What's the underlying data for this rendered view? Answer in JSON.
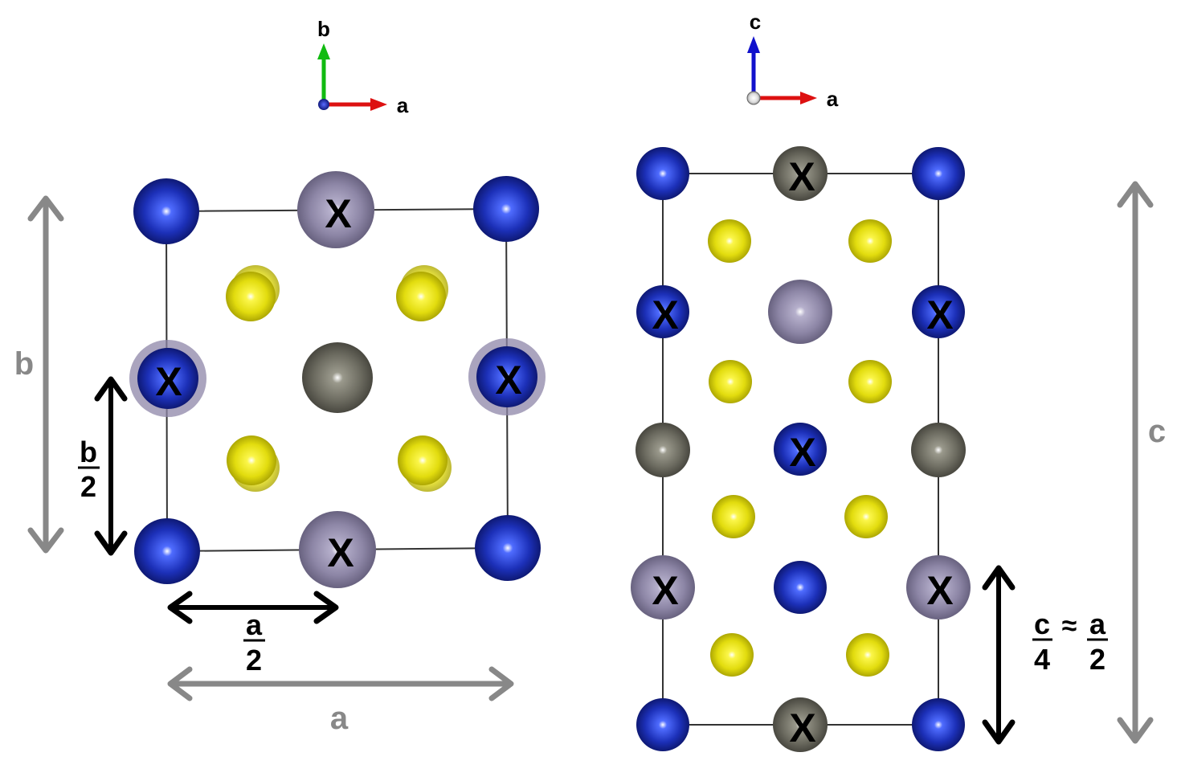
{
  "left_view": {
    "axes": {
      "vertical": "b",
      "horizontal": "a"
    },
    "dimension_labels": {
      "vertical": "b",
      "horizontal": "a"
    },
    "half_b": {
      "numerator": "b",
      "denominator": "2"
    },
    "half_a": {
      "numerator": "a",
      "denominator": "2"
    },
    "marker": "X"
  },
  "right_view": {
    "axes": {
      "vertical": "c",
      "horizontal": "a"
    },
    "dimension_labels": {
      "vertical": "c"
    },
    "relation": {
      "left_num": "c",
      "left_den": "4",
      "approx": "≈",
      "right_num": "a",
      "right_den": "2"
    },
    "marker": "X"
  },
  "colors": {
    "axis_a": "#dd1111",
    "axis_b": "#11bb11",
    "axis_c": "#1111cc",
    "atom_blue": "#1a2fb0",
    "atom_lavender": "#8e86a8",
    "atom_gray": "#6e6d62",
    "atom_yellow": "#e6e010",
    "dimension_arrow": "#888888",
    "half_arrow": "#000000",
    "cell_line": "#333333"
  }
}
